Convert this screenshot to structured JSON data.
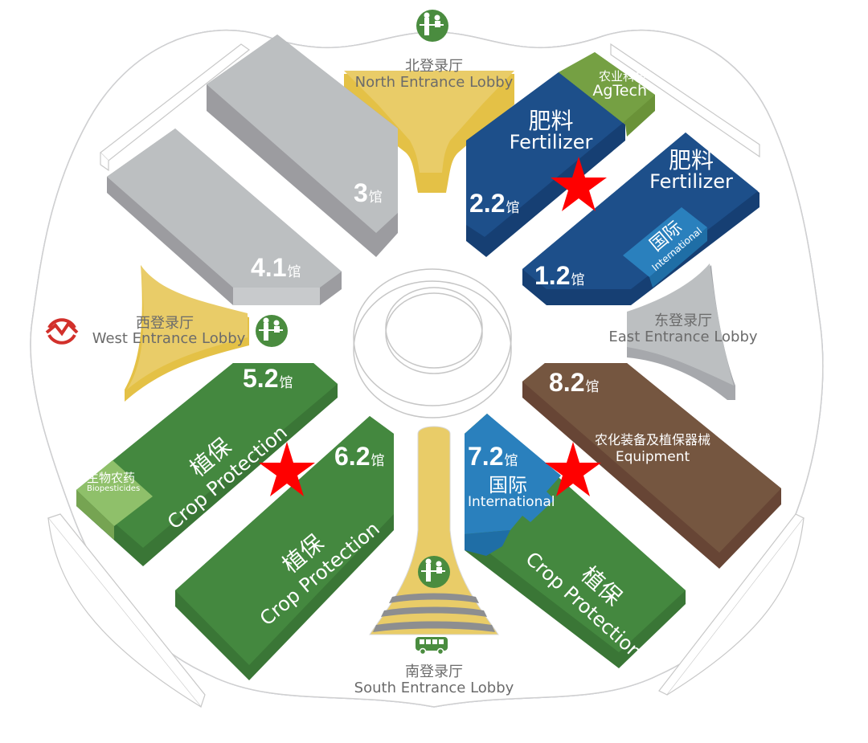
{
  "map": {
    "colors": {
      "fertilizer": "#1d4f8a",
      "crop_protection": "#44883f",
      "agtech": "#75a043",
      "biopesticides": "#8fc06a",
      "international": "#2a80bd",
      "equipment": "#755640",
      "general": "#bcbfc1",
      "lobby_yellow": "#e8c95a",
      "lobby_gray": "#bcbfc1",
      "star": "#ff0000",
      "icon_green": "#4a8c3f",
      "metro_red": "#d2302b"
    },
    "lobbies": {
      "north": {
        "cn": "北登录厅",
        "en": "North Entrance Lobby",
        "icon": "reception-icon"
      },
      "west": {
        "cn": "西登录厅",
        "en": "West Entrance Lobby",
        "icon": "reception-icon",
        "transit_icon": "metro-icon"
      },
      "east": {
        "cn": "东登录厅",
        "en": "East Entrance Lobby"
      },
      "south": {
        "cn": "南登录厅",
        "en": "South Entrance Lobby",
        "icon": "reception-icon",
        "transit_icon": "bus-icon"
      }
    },
    "hall_suffix": "馆",
    "halls": [
      {
        "id": "3",
        "number": "3",
        "zones": []
      },
      {
        "id": "4.1",
        "number": "4.1",
        "zones": []
      },
      {
        "id": "2.2",
        "number": "2.2",
        "zones": [
          {
            "cn": "肥料",
            "en": "Fertilizer"
          },
          {
            "cn": "农业科技",
            "en": "AgTech"
          }
        ],
        "starred": true
      },
      {
        "id": "1.2",
        "number": "1.2",
        "zones": [
          {
            "cn": "肥料",
            "en": "Fertilizer"
          },
          {
            "cn": "国际",
            "en": "International"
          }
        ]
      },
      {
        "id": "5.2",
        "number": "5.2",
        "zones": [
          {
            "cn": "植保",
            "en": "Crop Protection"
          },
          {
            "cn": "生物农药",
            "en": "Biopesticides"
          }
        ]
      },
      {
        "id": "6.2",
        "number": "6.2",
        "zones": [
          {
            "cn": "植保",
            "en": "Crop Protection"
          }
        ],
        "starred": true
      },
      {
        "id": "7.2",
        "number": "7.2",
        "zones": [
          {
            "cn": "国际",
            "en": "International"
          },
          {
            "cn": "植保",
            "en": "Crop Protection"
          }
        ],
        "starred": true
      },
      {
        "id": "8.2",
        "number": "8.2",
        "zones": [
          {
            "cn": "农化装备及植保器械",
            "en": "Equipment"
          }
        ]
      }
    ]
  }
}
